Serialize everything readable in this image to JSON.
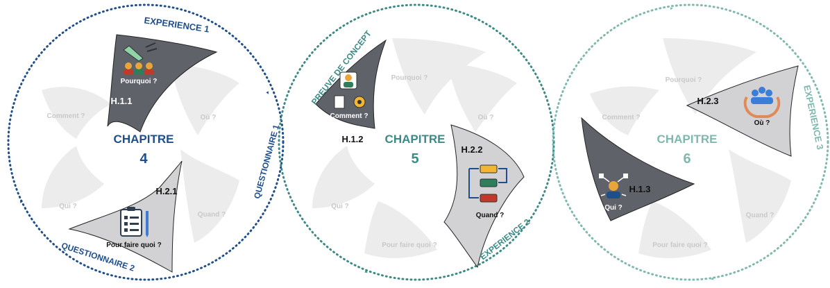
{
  "colors": {
    "blue": "#1f4e8c",
    "teal": "#3b8a86",
    "teal_light": "#7fb8ae",
    "dark_petal": "#5f6269",
    "mid_petal": "#d2d2d4",
    "faint_petal": "#ececec",
    "faint_text": "#c9c9c9"
  },
  "diagrams": [
    {
      "id": "ch4",
      "chapter_word": "CHAPITRE",
      "chapter_num": "4",
      "labels": {
        "top": "EXPERIENCE 1",
        "right": "QUESTIONNAIRE 1",
        "bottom": "QUESTIONNAIRE  2"
      },
      "highlights": [
        {
          "code": "H.1.1",
          "caption": "Pourquoi ?",
          "icon": "hand-pointing-group-icon",
          "style": "dark"
        },
        {
          "code": "H.2.1",
          "caption": "Pour faire quoi ?",
          "icon": "clipboard-checklist-icon",
          "style": "light"
        }
      ]
    },
    {
      "id": "ch5",
      "chapter_word": "CHAPITRE",
      "chapter_num": "5",
      "labels": {
        "top": "PREUVE DE CONCEPT",
        "bottom": "EXPERIENCE 2"
      },
      "highlights": [
        {
          "code": "H.1.2",
          "caption": "Comment ?",
          "icon": "person-gear-process-icon",
          "style": "dark"
        },
        {
          "code": "H.2.2",
          "caption": "Quand ?",
          "icon": "workflow-boxes-icon",
          "style": "light"
        }
      ]
    },
    {
      "id": "ch6",
      "chapter_word": "CHAPITRE",
      "chapter_num": "6",
      "labels": {
        "right": "EXPERIENCE 3"
      },
      "highlights": [
        {
          "code": "H.2.3",
          "caption": "Où ?",
          "icon": "hands-holding-people-icon",
          "style": "light"
        },
        {
          "code": "H.1.3",
          "caption": "Qui ?",
          "icon": "person-network-icon",
          "style": "dark"
        }
      ]
    }
  ],
  "faint_captions": [
    "Pourquoi ?",
    "Comment ?",
    "Où ?",
    "Qui ?",
    "Quand ?",
    "Pour faire quoi ?"
  ]
}
